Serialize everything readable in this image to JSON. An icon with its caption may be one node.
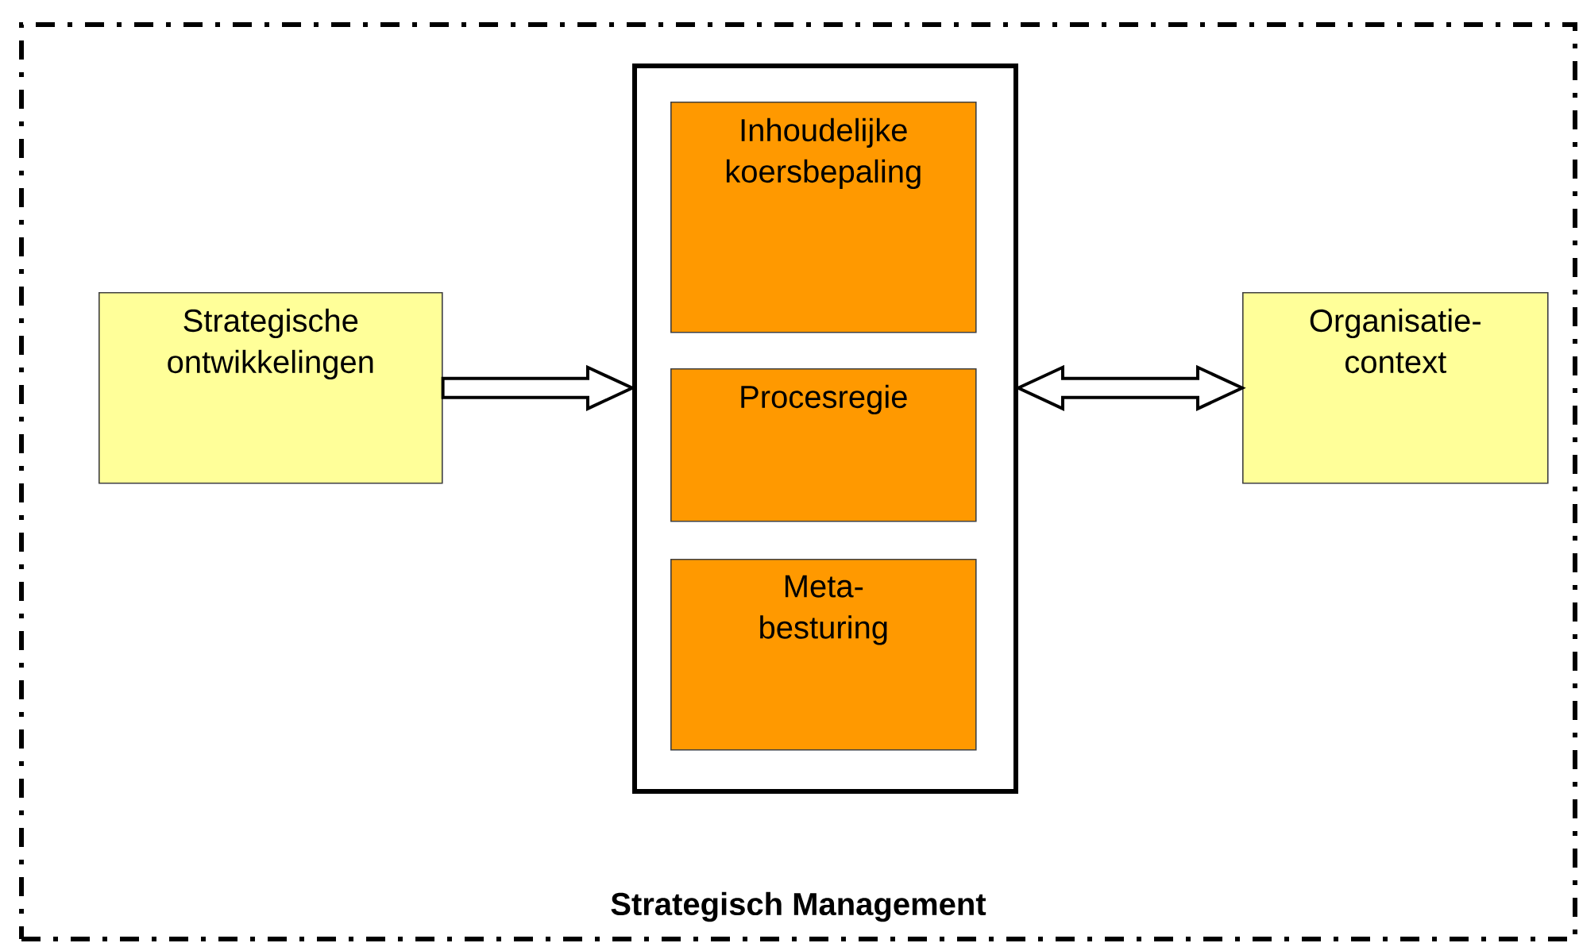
{
  "diagram": {
    "nodes": [
      {
        "text": [
          "Strategisch Management"
        ]
      },
      {
        "text": [
          "Strategische ontwikkelingen"
        ],
        "in": 0
      },
      {
        "text": [],
        "shape": "box",
        "in": 0
      },
      {
        "text": [
          "Inhoudelijke koersbepaling"
        ],
        "in": 2
      },
      {
        "text": [
          "Procesregie"
        ],
        "in": 2
      },
      {
        "text": [
          "Meta- besturing"
        ],
        "in": 2
      },
      {
        "text": [
          "Organisatie- context"
        ],
        "in": 0
      }
    ],
    "edges": [
      {
        "from": 1,
        "to": 2,
        "arrow": "to"
      },
      {
        "from": 2,
        "to": 6,
        "arrow": "both"
      }
    ]
  }
}
